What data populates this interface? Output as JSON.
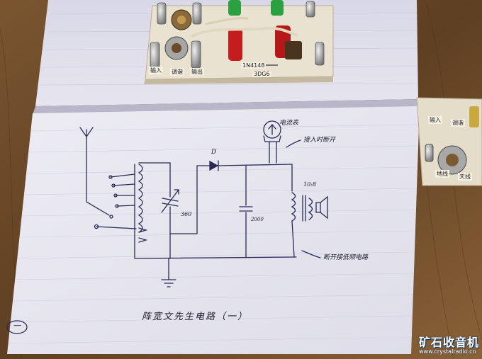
{
  "board_top": {
    "labels": [
      "输入",
      "调谐",
      "输出",
      "1N4148",
      "3DG6"
    ]
  },
  "board_right": {
    "labels": [
      "输入",
      "调谐",
      "地线",
      "天线"
    ]
  },
  "schematic": {
    "meter_label": "电流表",
    "meter_note": "接入时断开",
    "diode_label": "D",
    "cap_variable_value": "360",
    "cap_fixed_value": "2000",
    "transformer_value": "10:8",
    "bottom_note": "断开接低频电路",
    "title": "阵宽文先生电路（一）",
    "page_mark": "一"
  },
  "watermark": {
    "site_cn": "矿石收音机",
    "site_url": "www.crystalradio.cn"
  },
  "colors": {
    "wood": "#6b4a2a",
    "paper": "#ecebf2",
    "ink": "#1a1a2a"
  }
}
